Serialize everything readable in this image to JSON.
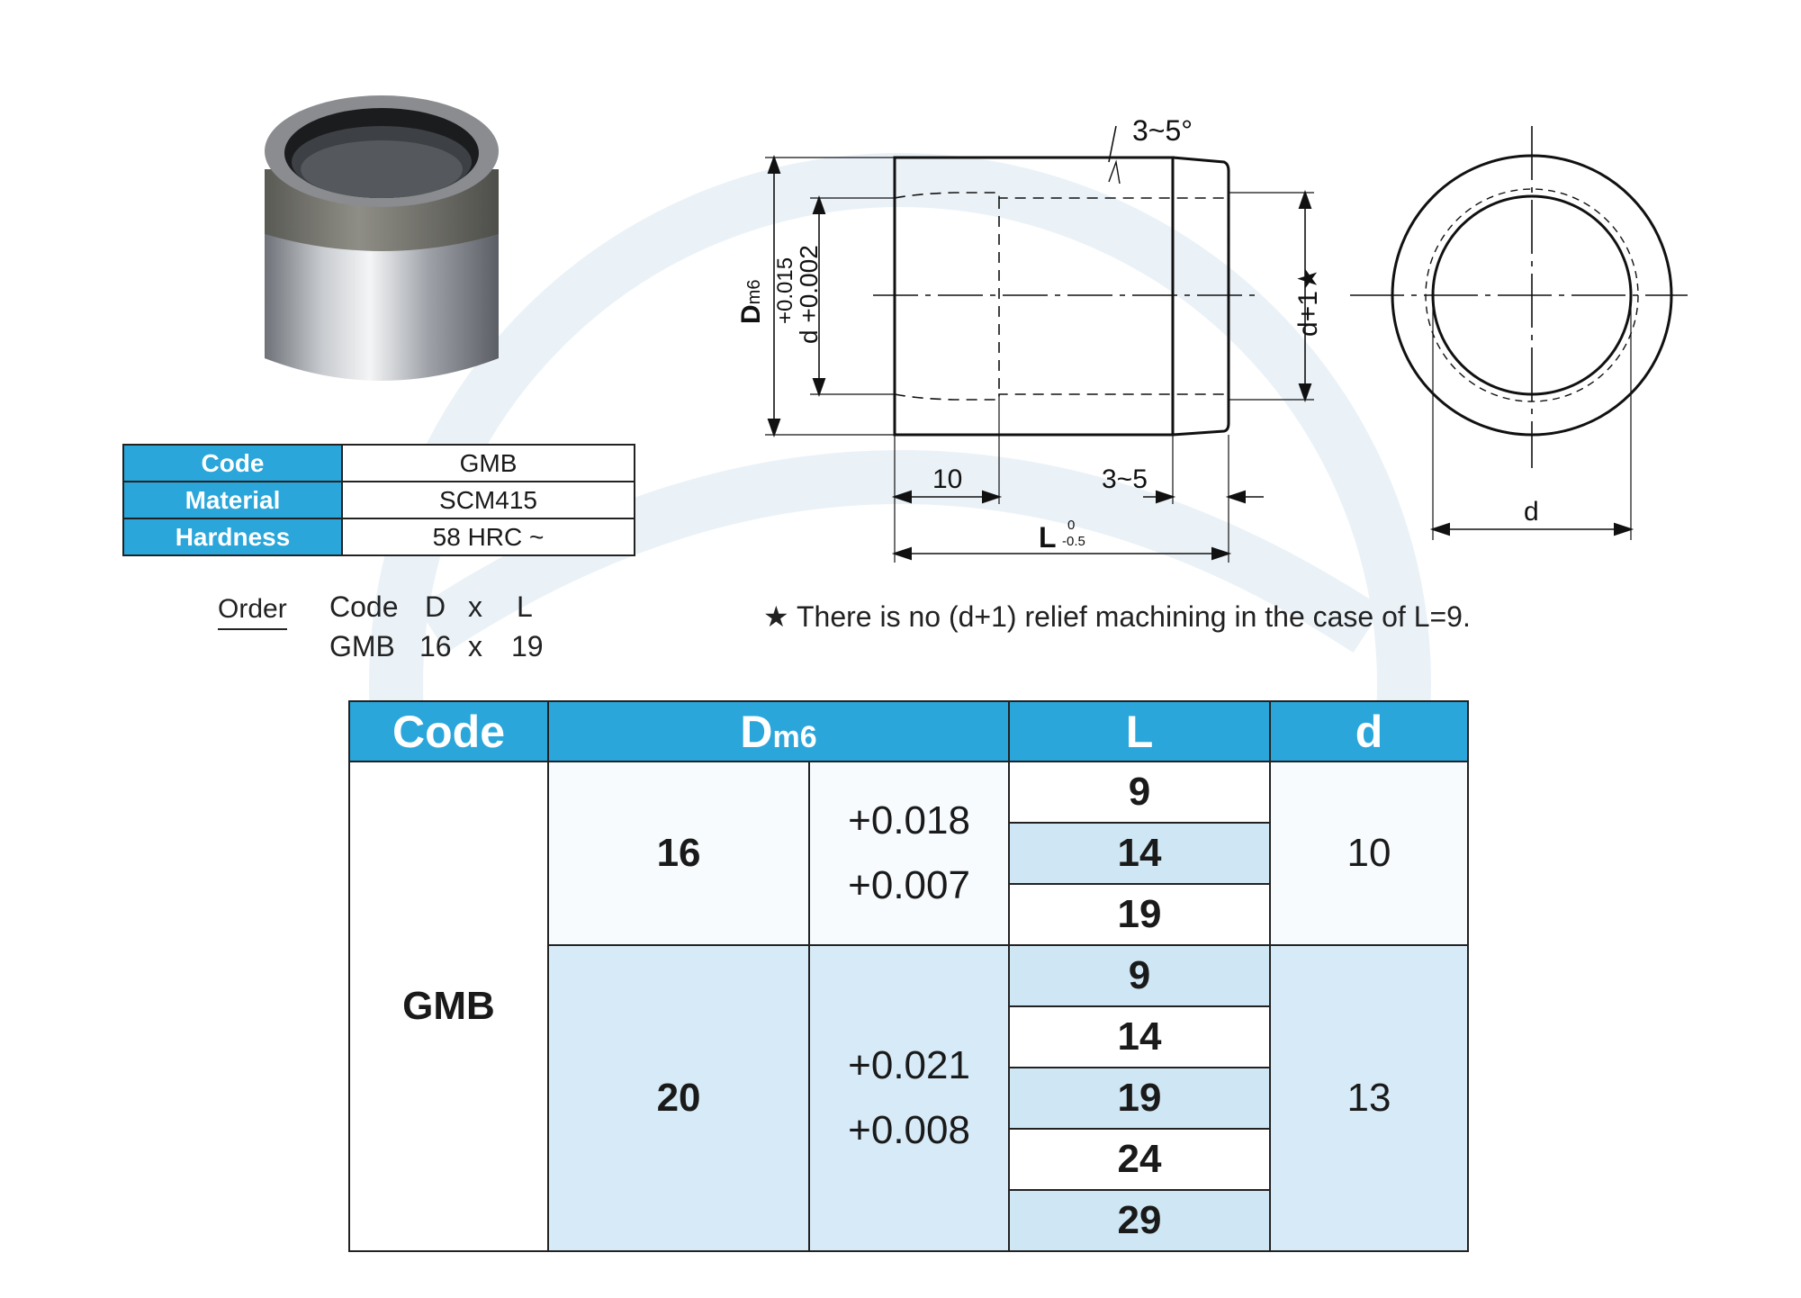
{
  "spec": {
    "rows": [
      {
        "key": "Code",
        "value": "GMB"
      },
      {
        "key": "Material",
        "value": "SCM415"
      },
      {
        "key": "Hardness",
        "value": "58 HRC ~"
      }
    ]
  },
  "order": {
    "label": "Order",
    "header": [
      "Code",
      "D",
      "x",
      "L"
    ],
    "example": [
      "GMB",
      "16",
      "x",
      "19"
    ]
  },
  "drawing": {
    "chamfer_angle": "3~5°",
    "dim_D": "D",
    "dim_D_sub": "m6",
    "dim_d_tol_upper": "+0.015",
    "dim_d_tol_lower": "d +0.002",
    "dim_relief": "d+1★",
    "dim_10": "10",
    "dim_3_5": "3~5",
    "dim_L": "L",
    "dim_L_upper": "0",
    "dim_L_lower": "-0.5",
    "dim_d": "d"
  },
  "note": "★ There is no (d+1) relief machining in the case of L=9.",
  "table": {
    "headers": {
      "code": "Code",
      "dm6_main": "D",
      "dm6_sub": "m6",
      "L": "L",
      "d": "d"
    },
    "code": "GMB",
    "groups": [
      {
        "D": "16",
        "tol_upper": "+0.018",
        "tol_lower": "+0.007",
        "L": [
          "9",
          "14",
          "19"
        ],
        "d": "10"
      },
      {
        "D": "20",
        "tol_upper": "+0.021",
        "tol_lower": "+0.008",
        "L": [
          "9",
          "14",
          "19",
          "24",
          "29"
        ],
        "d": "13"
      }
    ]
  },
  "colors": {
    "header_blue": "#2aa6da",
    "light_blue": "#cfe7f4"
  }
}
